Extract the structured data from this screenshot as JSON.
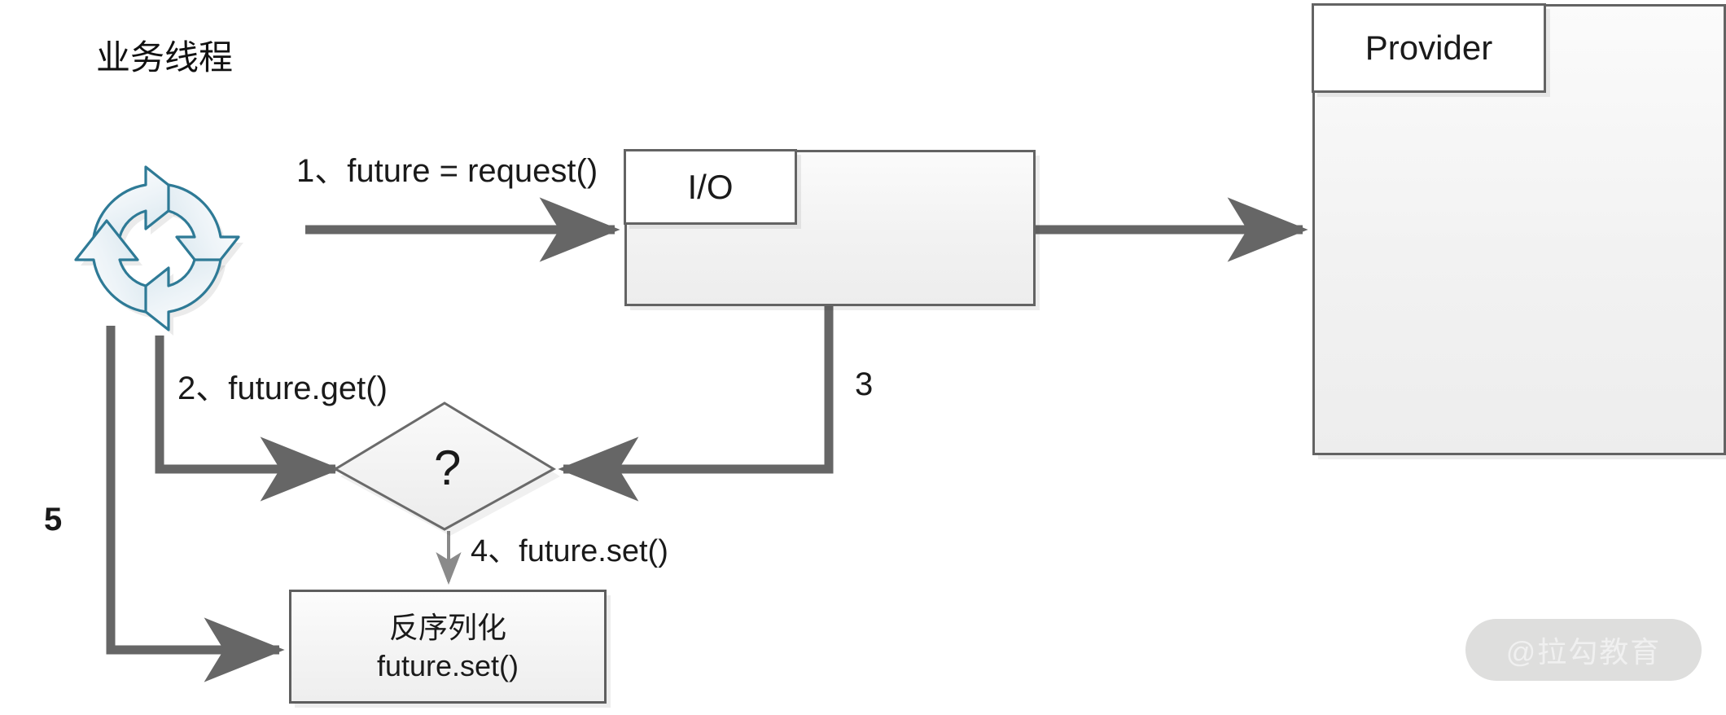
{
  "diagram": {
    "title_note": "Dubbo async future call flow",
    "cycle": {
      "label": "业务线程",
      "icon": "circular-arrows-icon",
      "arrow_fill_color": "#eaf2f6",
      "arrow_stroke_color": "#2e7a96"
    },
    "nodes": {
      "io": {
        "tab_label": "I/O",
        "shape": "tabbed-box"
      },
      "provider": {
        "tab_label": "Provider",
        "shape": "tabbed-box"
      },
      "decision": {
        "label": "?",
        "shape": "diamond"
      },
      "deserialize": {
        "line1": "反序列化",
        "line2": "future.set()",
        "shape": "rectangle"
      }
    },
    "edges": [
      {
        "id": "step1",
        "label": "1、future = request()",
        "from": "cycle",
        "to": "io"
      },
      {
        "id": "step2",
        "label": "2、future.get()",
        "from": "cycle",
        "to": "decision"
      },
      {
        "id": "step3",
        "label": "3",
        "from": "io",
        "to": "decision"
      },
      {
        "id": "step4",
        "label": "4、future.set()",
        "from": "decision",
        "to": "deserialize"
      },
      {
        "id": "step5",
        "label": "5",
        "from": "cycle",
        "to": "deserialize"
      },
      {
        "id": "io-to-provider",
        "label": "",
        "from": "io",
        "to": "provider"
      }
    ],
    "colors": {
      "line": "#666666",
      "box_border": "#636363",
      "text": "#1a1a1a",
      "cycle_stroke": "#2e7a96",
      "cycle_fill": "#eaf2f6",
      "watermark_bg": "#dededd",
      "watermark_text": "#f0f0f0"
    },
    "watermark": {
      "text": "@拉勾教育"
    }
  }
}
